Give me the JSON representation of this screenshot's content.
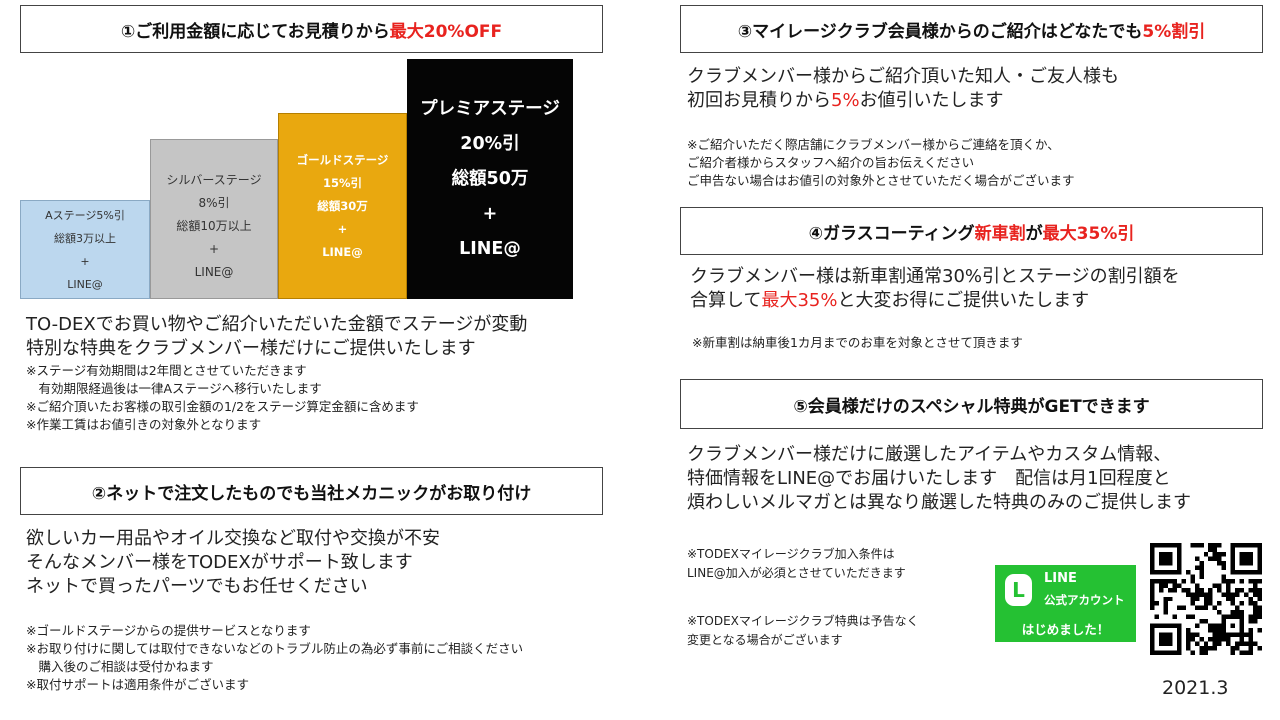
{
  "section1": {
    "heading_prefix": "①ご利用金額に応じてお見積りから",
    "heading_highlight": "最大20%OFF",
    "stages": {
      "a": [
        "Aステージ5%引",
        "総額3万以上",
        "+",
        "LINE@"
      ],
      "silver": [
        "シルバーステージ",
        "8%引",
        "総額10万以上",
        "+",
        "LINE@"
      ],
      "gold": [
        "ゴールドステージ",
        "15%引",
        "総額30万",
        "+",
        "LINE@"
      ],
      "premium": [
        "プレミアステージ",
        "20%引",
        "総額50万",
        "+",
        "LINE@"
      ]
    },
    "body": [
      "TO-DEXでお買い物やご紹介いただいた金額でステージが変動",
      "特別な特典をクラブメンバー様だけにご提供いたします"
    ],
    "notes": [
      "※ステージ有効期間は2年間とさせていただきます",
      "　有効期限経過後は一律Aステージへ移行いたします",
      "※ご紹介頂いたお客様の取引金額の1/2をステージ算定金額に含めます",
      "※作業工賃はお値引きの対象外となります"
    ]
  },
  "section2": {
    "heading": "②ネットで注文したものでも当社メカニックがお取り付け",
    "body": [
      "欲しいカー用品やオイル交換など取付や交換が不安",
      "そんなメンバー様をTODEXがサポート致します",
      "ネットで買ったパーツでもお任せください"
    ],
    "notes": [
      "※ゴールドステージからの提供サービスとなります",
      "※お取り付けに関しては取付できないなどのトラブル防止の為必ず事前にご相談ください",
      "　購入後のご相談は受付かねます",
      "※取付サポートは適用条件がございます"
    ]
  },
  "section3": {
    "heading_prefix": "③マイレージクラブ会員様からのご紹介はどなたでも",
    "heading_highlight": "5%割引",
    "body_line1": "クラブメンバー様からご紹介頂いた知人・ご友人様も",
    "body_line2_prefix": "初回お見積りから",
    "body_line2_highlight": "5%",
    "body_line2_suffix": "お値引いたします",
    "notes": [
      "※ご紹介いただく際店舗にクラブメンバー様からご連絡を頂くか、",
      "ご紹介者様からスタッフへ紹介の旨お伝えください",
      "ご申告ない場合はお値引の対象外とさせていただく場合がございます"
    ]
  },
  "section4": {
    "heading_prefix": "④ガラスコーティング",
    "heading_highlight1": "新車割",
    "heading_middle": "が",
    "heading_highlight2": "最大35%引",
    "body_line1": "クラブメンバー様は新車割通常30%引とステージの割引額を",
    "body_line2_prefix": "合算して",
    "body_line2_highlight": "最大35%",
    "body_line2_suffix": "と大変お得にご提供いたします",
    "note": "※新車割は納車後1カ月までのお車を対象とさせて頂きます"
  },
  "section5": {
    "heading": "⑤会員様だけのスペシャル特典がGETできます",
    "body": [
      "クラブメンバー様だけに厳選したアイテムやカスタム情報、",
      "特価情報をLINE@でお届けいたします　配信は月1回程度と",
      "煩わしいメルマガとは異なり厳選した特典のみのご提供します"
    ],
    "notes_a": [
      "※TODEXマイレージクラブ加入条件は",
      "LINE@加入が必須とさせていただきます"
    ],
    "notes_b": [
      "※TODEXマイレージクラブ特典は予告なく",
      "変更となる場合がございます"
    ]
  },
  "line_badge": {
    "logo_letter": "L",
    "line1": "LINE",
    "line2": "公式アカウント",
    "line3": "はじめました！",
    "color": "#25c133"
  },
  "colors": {
    "accent_red": "#e8231f",
    "gold": "#e9a80f",
    "silver": "#c5c5c5",
    "a_stage": "#bcd7ee"
  },
  "date": "2021.3"
}
